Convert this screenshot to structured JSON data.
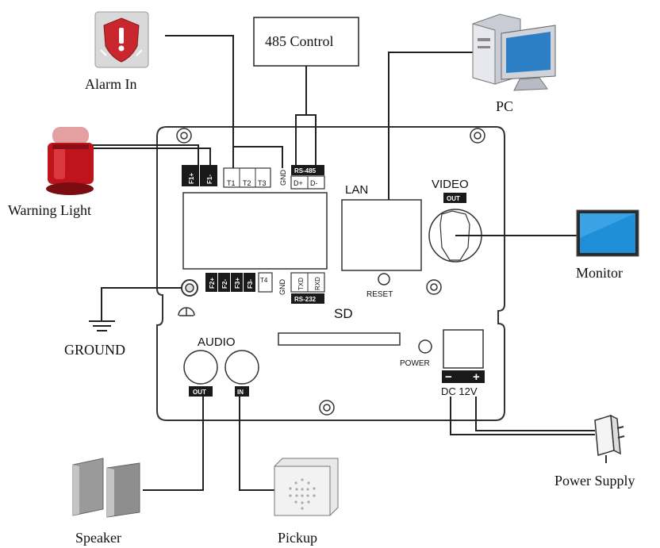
{
  "devices": {
    "alarm_in": "Alarm In",
    "control_485": "485 Control",
    "pc": "PC",
    "warning_light": "Warning Light",
    "monitor": "Monitor",
    "ground": "GROUND",
    "power_supply": "Power Supply",
    "speaker": "Speaker",
    "pickup": "Pickup"
  },
  "board": {
    "f1_plus": "F1+",
    "f1_minus": "F1-",
    "t1": "T1",
    "t2": "T2",
    "t3": "T3",
    "gnd_top": "GND",
    "rs485": "RS-485",
    "d_plus": "D+",
    "d_minus": "D-",
    "lan": "LAN",
    "video": "VIDEO",
    "video_out": "OUT",
    "f2_plus_a": "F2+",
    "f2_minus_a": "F2-",
    "f3_plus": "F3+",
    "f3_minus": "F3-",
    "t4": "T4",
    "gnd_bottom": "GND",
    "txd": "TXD",
    "rxd": "RXD",
    "rs232": "RS-232",
    "reset": "RESET",
    "sd": "SD",
    "audio": "AUDIO",
    "audio_out": "OUT",
    "audio_in": "IN",
    "power": "POWER",
    "minus": "−",
    "plus": "+",
    "dc12v": "DC 12V"
  }
}
